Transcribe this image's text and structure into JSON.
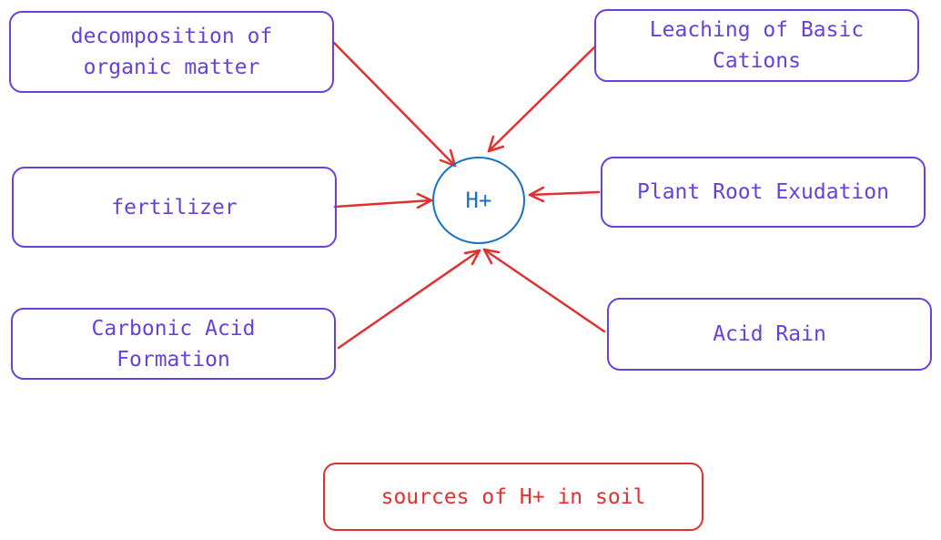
{
  "diagram": {
    "center": {
      "label": "H+"
    },
    "sources": [
      {
        "id": "decomposition",
        "label": "decomposition of\norganic matter"
      },
      {
        "id": "leaching",
        "label": "Leaching of Basic\nCations"
      },
      {
        "id": "fertilizer",
        "label": "fertilizer"
      },
      {
        "id": "root-exudation",
        "label": "Plant Root Exudation"
      },
      {
        "id": "carbonic-acid",
        "label": "Carbonic Acid\nFormation"
      },
      {
        "id": "acid-rain",
        "label": "Acid Rain"
      }
    ],
    "caption": "sources of H+ in soil",
    "colors": {
      "box_border": "#6741d9",
      "arrow": "#e03131",
      "center": "#1971c2",
      "caption": "#e03131"
    }
  }
}
